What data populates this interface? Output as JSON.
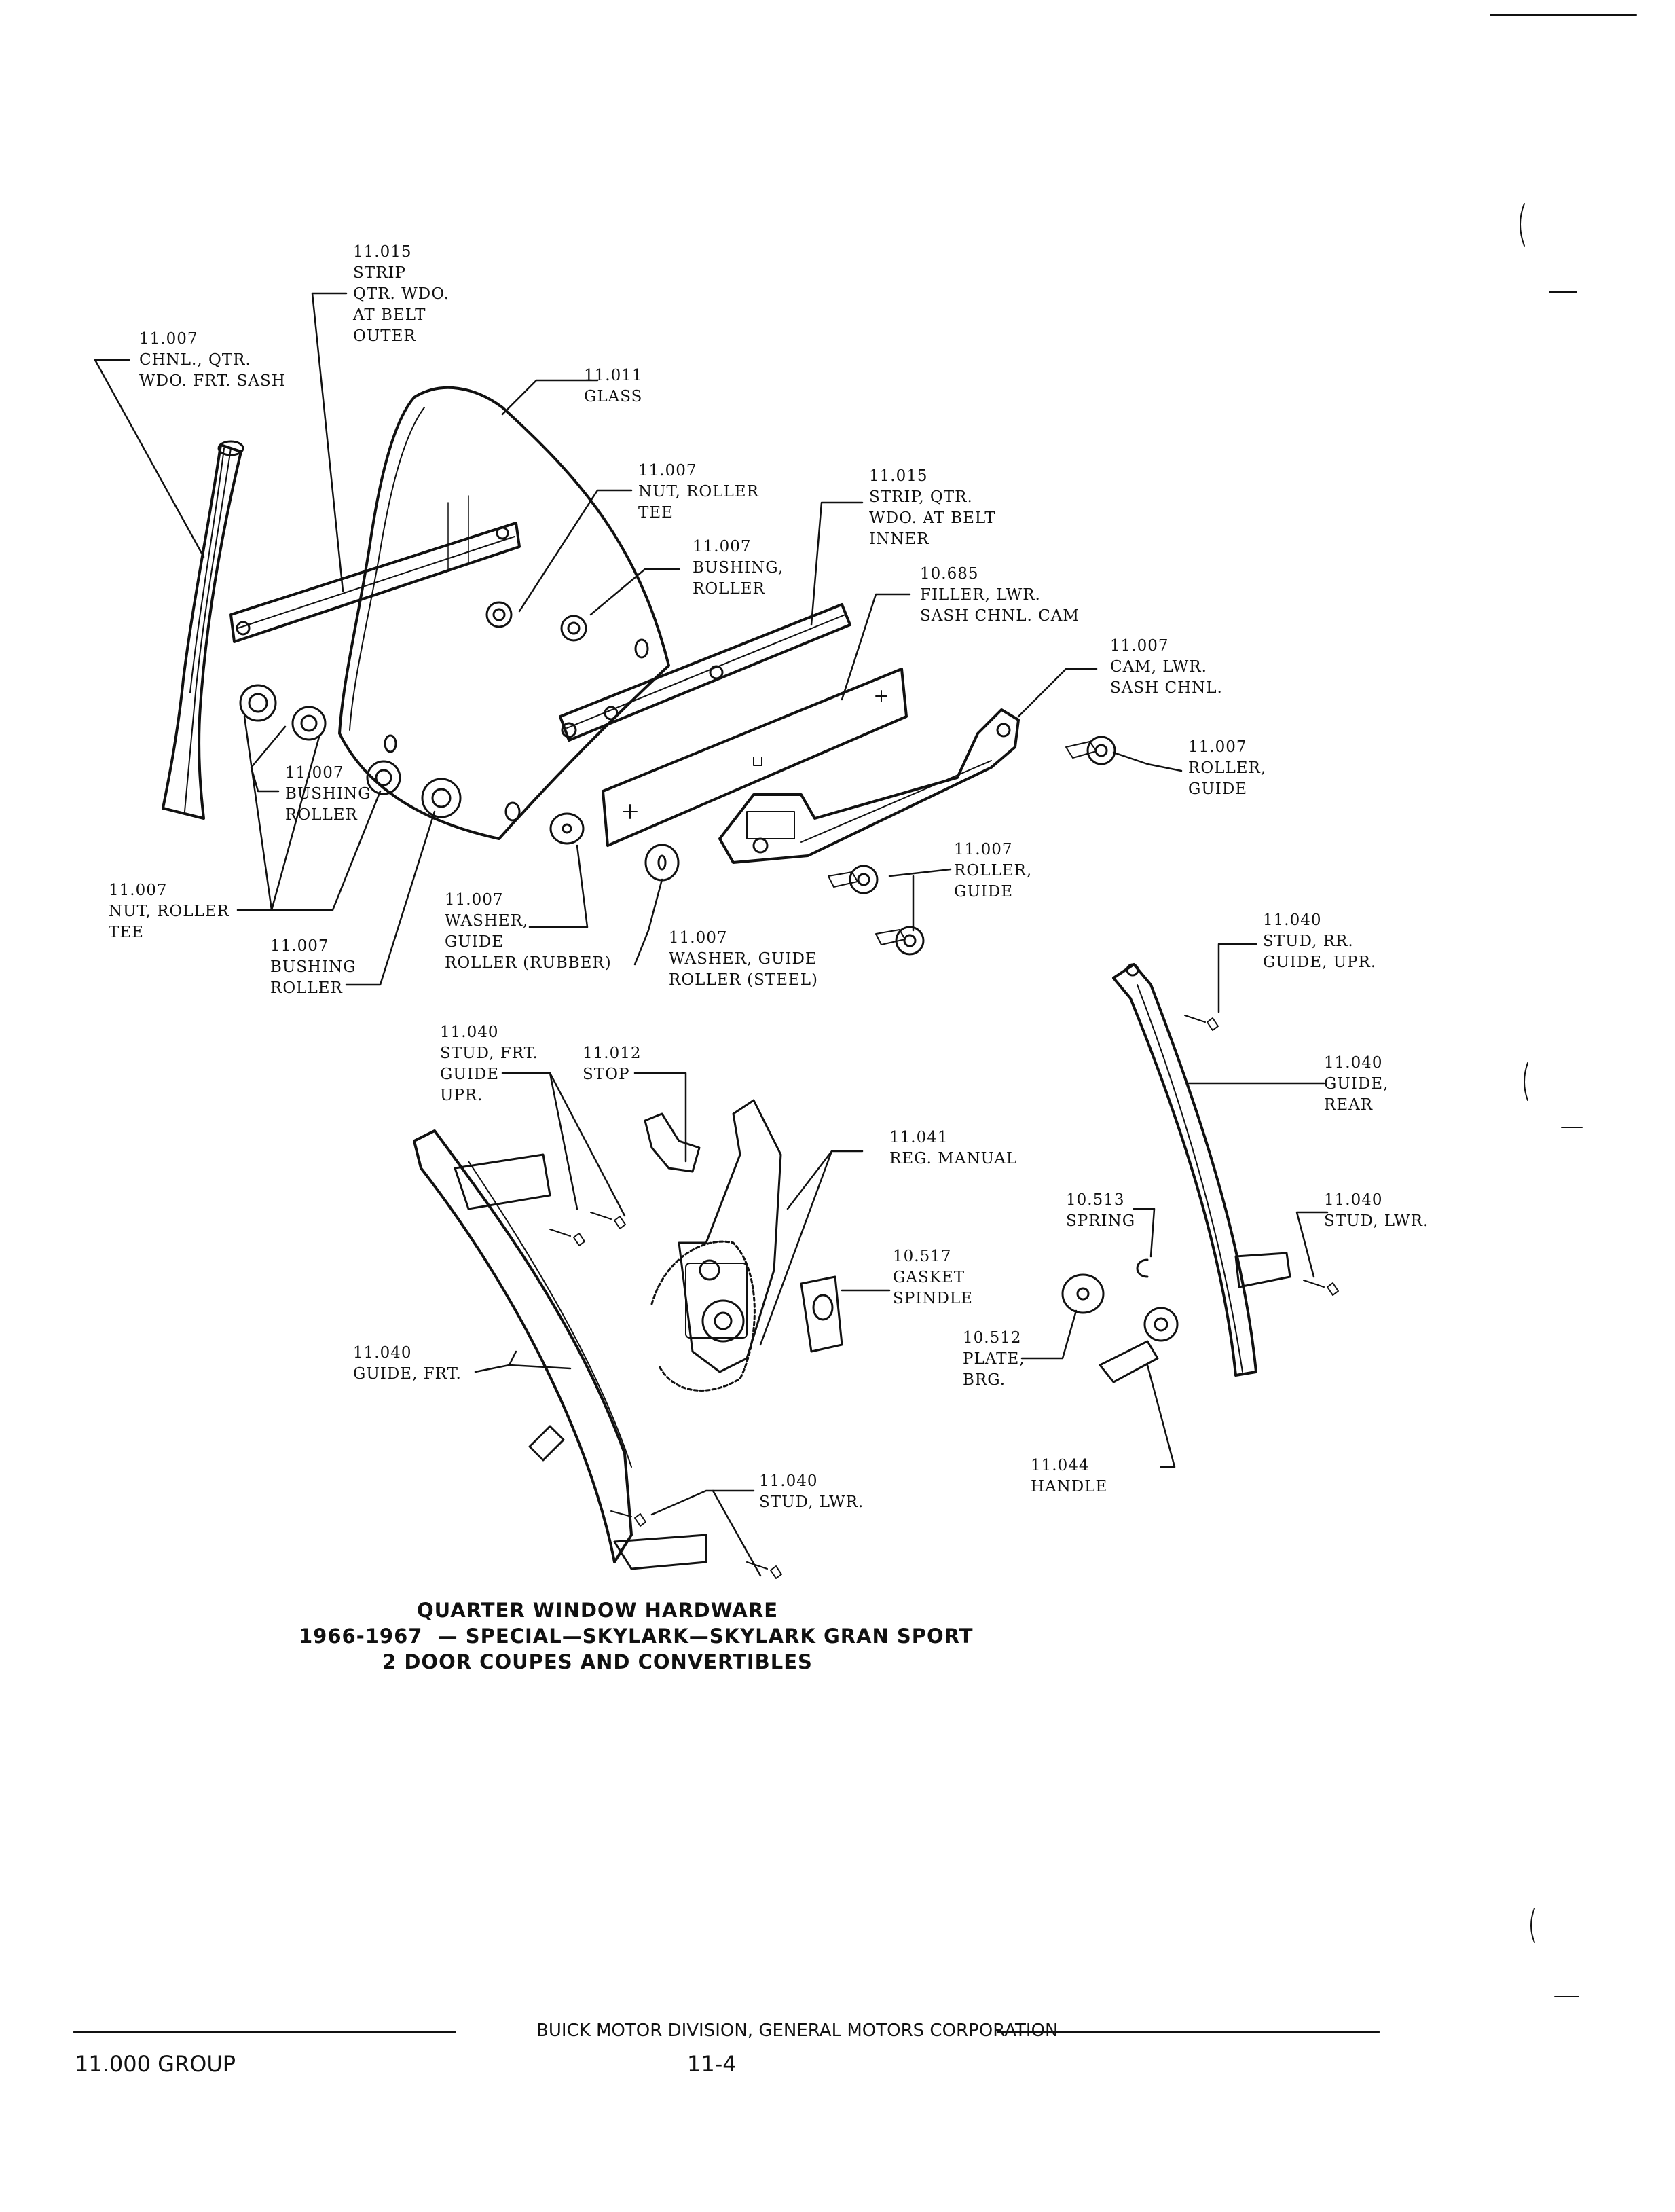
{
  "labels": [
    {
      "id": "strip_outer",
      "code": "11.015",
      "lines": [
        "STRIP",
        "QTR. WDO.",
        "AT BELT",
        "OUTER"
      ]
    },
    {
      "id": "chnl_sash",
      "code": "11.007",
      "lines": [
        "CHNL., QTR.",
        "WDO. FRT. SASH"
      ]
    },
    {
      "id": "glass",
      "code": "11.011",
      "lines": [
        "GLASS"
      ]
    },
    {
      "id": "nut_roller_tee_top",
      "code": "11.007",
      "lines": [
        "NUT, ROLLER",
        "TEE"
      ]
    },
    {
      "id": "strip_inner",
      "code": "11.015",
      "lines": [
        "STRIP, QTR.",
        "WDO. AT BELT",
        "INNER"
      ]
    },
    {
      "id": "bushing_roller_top",
      "code": "11.007",
      "lines": [
        "BUSHING,",
        "ROLLER"
      ]
    },
    {
      "id": "filler",
      "code": "10.685",
      "lines": [
        "FILLER, LWR.",
        "SASH CHNL. CAM"
      ]
    },
    {
      "id": "cam",
      "code": "11.007",
      "lines": [
        "CAM, LWR.",
        "SASH CHNL."
      ]
    },
    {
      "id": "roller_guide_right",
      "code": "11.007",
      "lines": [
        "ROLLER,",
        "GUIDE"
      ]
    },
    {
      "id": "bushing_roller_mid",
      "code": "11.007",
      "lines": [
        "BUSHING",
        "ROLLER"
      ]
    },
    {
      "id": "roller_guide_mid",
      "code": "11.007",
      "lines": [
        "ROLLER,",
        "GUIDE"
      ]
    },
    {
      "id": "nut_roller_tee_left",
      "code": "11.007",
      "lines": [
        "NUT, ROLLER",
        "TEE"
      ]
    },
    {
      "id": "washer_rubber",
      "code": "11.007",
      "lines": [
        "WASHER,",
        "GUIDE",
        "ROLLER (RUBBER)"
      ]
    },
    {
      "id": "stud_rr",
      "code": "11.040",
      "lines": [
        "STUD, RR.",
        "GUIDE, UPR."
      ]
    },
    {
      "id": "bushing_roller_low",
      "code": "11.007",
      "lines": [
        "BUSHING",
        "ROLLER"
      ]
    },
    {
      "id": "washer_steel",
      "code": "11.007",
      "lines": [
        "WASHER, GUIDE",
        "ROLLER (STEEL)"
      ]
    },
    {
      "id": "stud_frt",
      "code": "11.040",
      "lines": [
        "STUD, FRT.",
        "GUIDE",
        "UPR."
      ]
    },
    {
      "id": "stop",
      "code": "11.012",
      "lines": [
        "STOP"
      ]
    },
    {
      "id": "guide_rear",
      "code": "11.040",
      "lines": [
        "GUIDE,",
        "REAR"
      ]
    },
    {
      "id": "reg_manual",
      "code": "11.041",
      "lines": [
        "REG. MANUAL"
      ]
    },
    {
      "id": "spring",
      "code": "10.513",
      "lines": [
        "SPRING"
      ]
    },
    {
      "id": "stud_lwr_right",
      "code": "11.040",
      "lines": [
        "STUD, LWR."
      ]
    },
    {
      "id": "gasket",
      "code": "10.517",
      "lines": [
        "GASKET",
        "SPINDLE"
      ]
    },
    {
      "id": "plate",
      "code": "10.512",
      "lines": [
        "PLATE,",
        "BRG."
      ]
    },
    {
      "id": "guide_frt",
      "code": "11.040",
      "lines": [
        "GUIDE, FRT."
      ]
    },
    {
      "id": "handle",
      "code": "11.044",
      "lines": [
        "HANDLE"
      ]
    },
    {
      "id": "stud_lwr_bottom",
      "code": "11.040",
      "lines": [
        "STUD, LWR."
      ]
    }
  ],
  "caption": {
    "line1": "QUARTER WINDOW HARDWARE",
    "line2": "1966-1967  — SPECIAL—SKYLARK—SKYLARK GRAN SPORT",
    "line3": "2 DOOR COUPES AND CONVERTIBLES"
  },
  "footer": {
    "division": "BUICK MOTOR DIVISION, GENERAL MOTORS CORPORATION",
    "group": "11.000 GROUP",
    "page": "11-4"
  }
}
